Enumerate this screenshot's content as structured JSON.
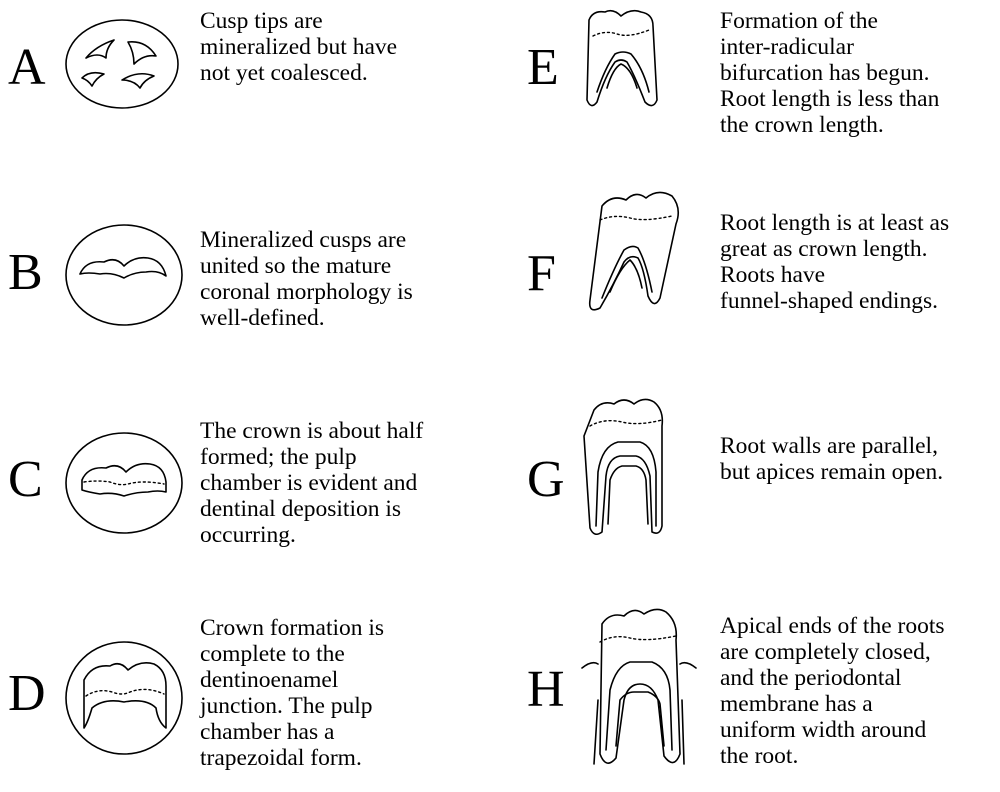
{
  "stages": [
    {
      "letter": "A",
      "text": "Cusp tips are\nmineralized but have\nnot yet coalesced."
    },
    {
      "letter": "B",
      "text": "Mineralized cusps are\nunited so the mature\ncoronal morphology is\nwell-defined."
    },
    {
      "letter": "C",
      "text": "The crown is about half\nformed; the pulp\nchamber is evident and\ndentinal deposition is\noccurring."
    },
    {
      "letter": "D",
      "text": "Crown formation is\ncomplete to the\ndentinoenamel\njunction.  The pulp\nchamber has a\ntrapezoidal form."
    },
    {
      "letter": "E",
      "text": "Formation of the\ninter-radicular\nbifurcation has begun.\nRoot length is less than\nthe crown length."
    },
    {
      "letter": "F",
      "text": "Root length is at least as\ngreat as crown length.\nRoots have\nfunnel-shaped endings."
    },
    {
      "letter": "G",
      "text": "Root walls are parallel,\nbut apices remain open."
    },
    {
      "letter": "H",
      "text": "Apical ends of the roots\nare completely closed,\nand the periodontal\nmembrane has a\nuniform width around\nthe root."
    }
  ]
}
